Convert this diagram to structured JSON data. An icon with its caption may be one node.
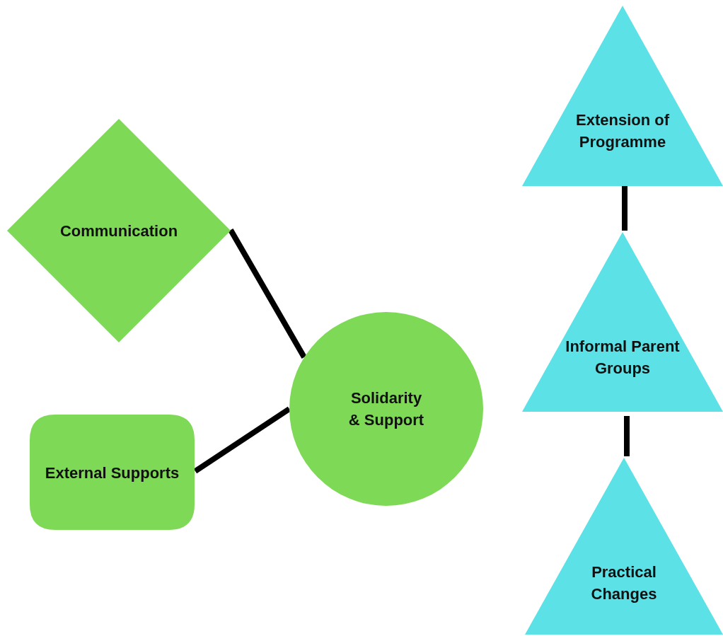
{
  "diagram": {
    "nodes": [
      {
        "text": [
          "Communication"
        ]
      },
      {
        "text": [
          "External Supports"
        ]
      },
      {
        "text": [
          "Solidarity & Support"
        ]
      },
      {
        "text": [
          "Extension of Programme"
        ]
      },
      {
        "text": [
          "Informal Parent Groups"
        ]
      },
      {
        "text": [
          "Practical Changes"
        ]
      }
    ],
    "edges": [
      {
        "from": 0,
        "to": 2,
        "arrow": "none"
      },
      {
        "from": 1,
        "to": 2,
        "arrow": "none"
      },
      {
        "from": 3,
        "to": 4,
        "arrow": "none"
      },
      {
        "from": 4,
        "to": 5,
        "arrow": "none"
      }
    ]
  }
}
